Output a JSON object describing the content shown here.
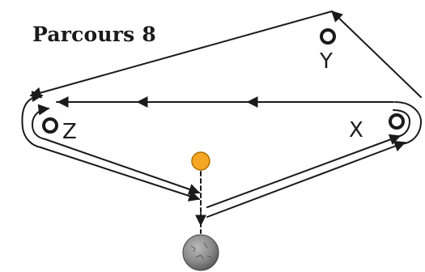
{
  "title": "Parcours 8",
  "labels": {
    "y": "Y",
    "x": "X",
    "z": "Z"
  },
  "icons": {
    "cone": "cone-marker-icon",
    "ball": "ball-icon",
    "start_ball_color": "#f5a623"
  },
  "colors": {
    "line": "#1a1a1a",
    "ball_fill": "#f5a623",
    "start_fill": "#8a8a8a"
  }
}
